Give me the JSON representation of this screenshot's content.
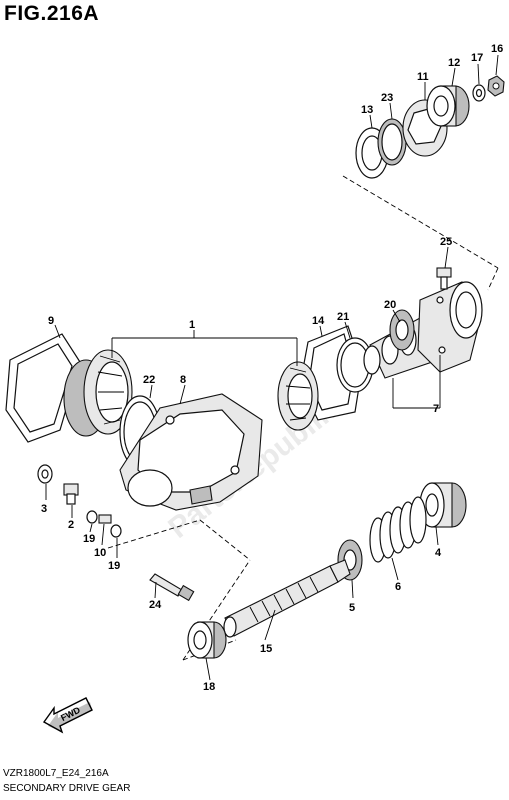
{
  "title": "FIG.216A",
  "footer": {
    "code": "VZR1800L7_E24_216A",
    "name": "SECONDARY DRIVE GEAR"
  },
  "fwd_label": "FWD",
  "watermark": "PartsRepublik",
  "callouts": {
    "c1": "1",
    "c2": "2",
    "c3": "3",
    "c4": "4",
    "c5": "5",
    "c6": "6",
    "c7": "7",
    "c8": "8",
    "c9": "9",
    "c10": "10",
    "c11": "11",
    "c12": "12",
    "c13": "13",
    "c14": "14",
    "c15": "15",
    "c16": "16",
    "c17": "17",
    "c18": "18",
    "c19a": "19",
    "c19b": "19",
    "c20": "20",
    "c21": "21",
    "c22": "22",
    "c23": "23",
    "c24": "24",
    "c25": "25"
  }
}
